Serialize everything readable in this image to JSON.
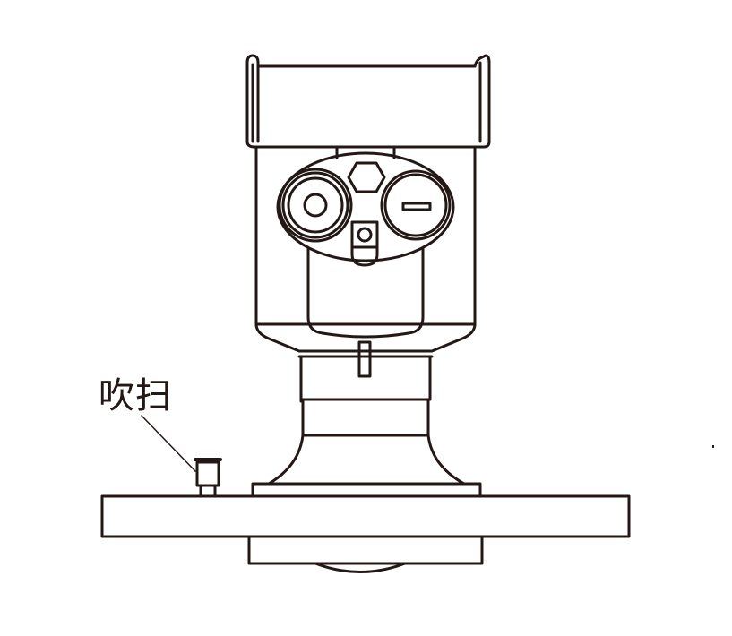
{
  "diagram": {
    "subject": "radar level transmitter with flange mount",
    "colors": {
      "line": "#231815",
      "background": "#ffffff"
    },
    "labels": [
      {
        "id": "purge",
        "text": "吹扫",
        "points_to": "purge-port"
      }
    ],
    "parts": [
      "top-cover",
      "housing",
      "display-window",
      "cable-gland",
      "hex-plug",
      "ground-terminal",
      "electronics-module",
      "neck-collar",
      "horn-adapter",
      "flange",
      "purge-port",
      "antenna-lens"
    ]
  }
}
